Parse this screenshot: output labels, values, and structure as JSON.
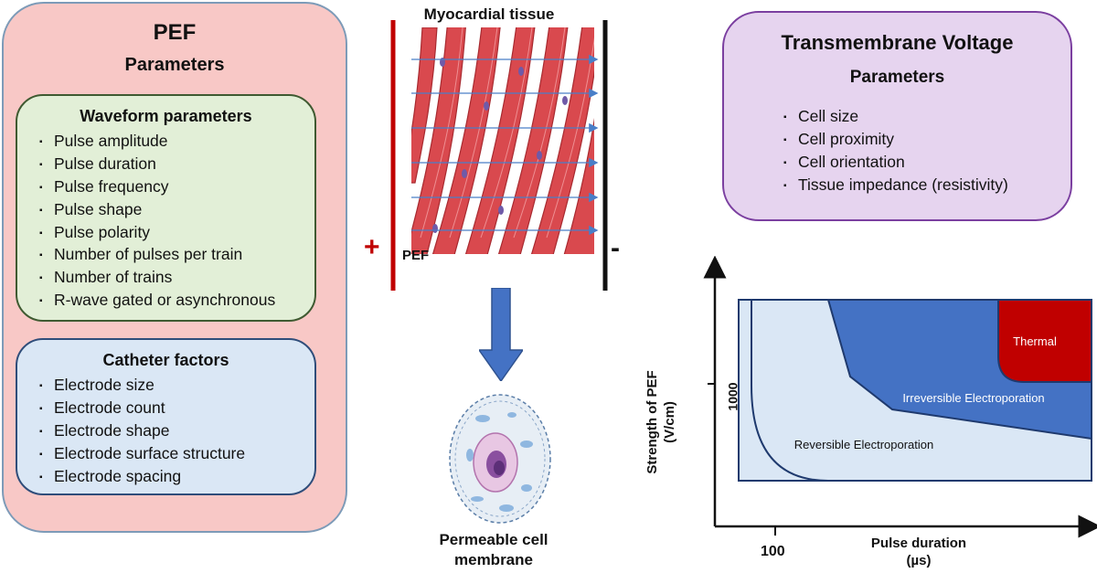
{
  "pef_panel": {
    "title": "PEF",
    "subtitle": "Parameters",
    "waveform": {
      "title": "Waveform parameters",
      "items": [
        "Pulse amplitude",
        "Pulse duration",
        "Pulse frequency",
        "Pulse shape",
        "Pulse polarity",
        "Number of pulses per train",
        "Number of trains",
        "R-wave gated or asynchronous"
      ]
    },
    "catheter": {
      "title": "Catheter factors",
      "items": [
        "Electrode size",
        "Electrode count",
        "Electrode shape",
        "Electrode surface structure",
        "Electrode spacing"
      ]
    }
  },
  "middle": {
    "tissue_title": "Myocardial tissue",
    "plus": "+",
    "minus": "-",
    "pef_label": "PEF",
    "cell_title_line1": "Permeable cell",
    "cell_title_line2": "membrane"
  },
  "tmv_panel": {
    "title": "Transmembrane Voltage",
    "subtitle": "Parameters",
    "items": [
      "Cell size",
      "Cell proximity",
      "Cell orientation",
      "Tissue impedance (resistivity)"
    ]
  },
  "graph": {
    "ylabel_line1": "Strength of PEF",
    "ylabel_line2": "(V/cm)",
    "xlabel_line1": "Pulse duration",
    "xlabel_line2": "(µs)",
    "y_tick": "1000",
    "x_tick": "100",
    "regions": {
      "thermal": "Thermal",
      "irreversible": "Irreversible Electroporation",
      "reversible": "Reversible Electroporation"
    },
    "colors": {
      "thermal": "#c00000",
      "irreversible": "#4472c4",
      "reversible": "#dae7f5"
    }
  }
}
